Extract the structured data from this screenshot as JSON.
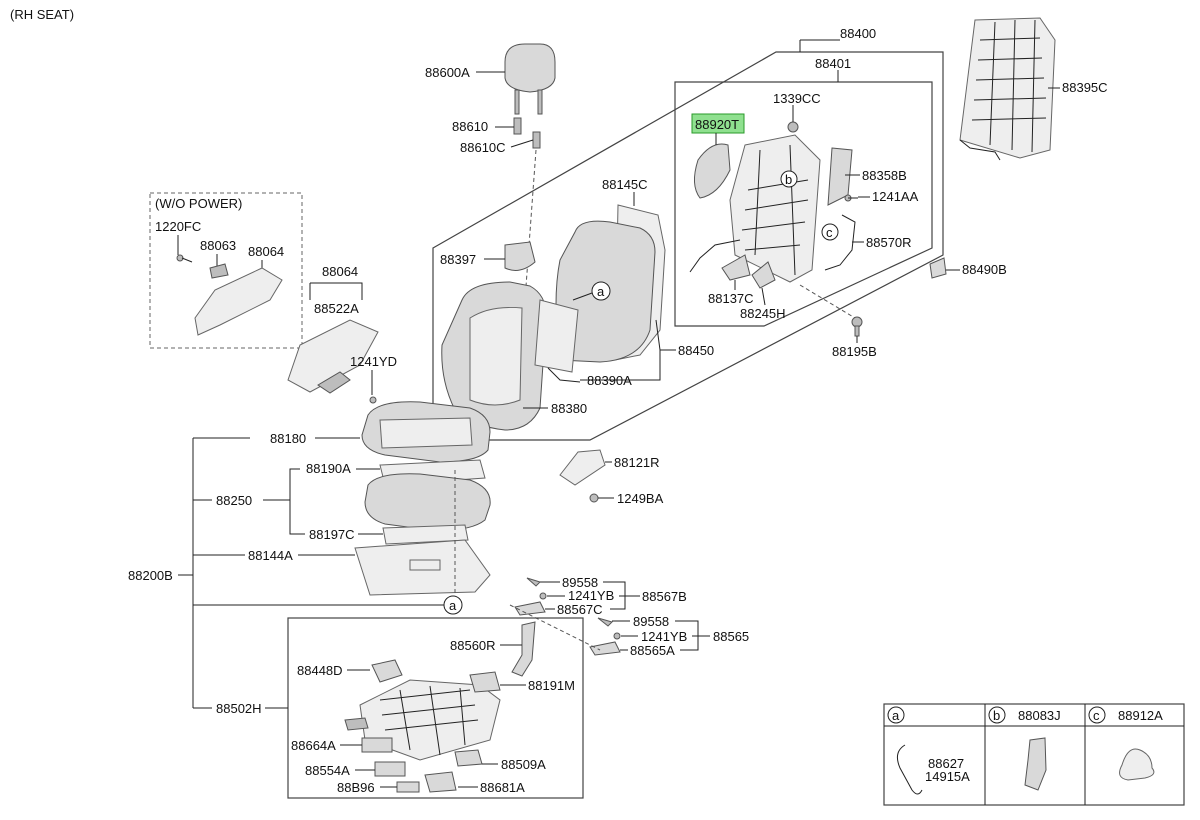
{
  "title": "(RH SEAT)",
  "highlight_part": "88920T",
  "labels": {
    "88400": "88400",
    "88401": "88401",
    "88600A": "88600A",
    "88610": "88610",
    "88610C": "88610C",
    "88920T": "88920T",
    "1339CC": "1339CC",
    "88395C": "88395C",
    "88358B": "88358B",
    "1241AA": "1241AA",
    "88570R": "88570R",
    "88490B": "88490B",
    "88137C": "88137C",
    "88245H": "88245H",
    "88195B": "88195B",
    "88145C": "88145C",
    "88397": "88397",
    "88450": "88450",
    "88390A": "88390A",
    "88380": "88380",
    "wo_power": "(W/O POWER)",
    "1220FC": "1220FC",
    "88063": "88063",
    "88064_a": "88064",
    "88064_b": "88064",
    "88522A": "88522A",
    "1241YD": "1241YD",
    "88180": "88180",
    "88190A": "88190A",
    "88250": "88250",
    "88197C": "88197C",
    "88144A": "88144A",
    "88200B": "88200B",
    "88121R": "88121R",
    "1249BA": "1249BA",
    "89558_a": "89558",
    "1241YB_a": "1241YB",
    "88567C": "88567C",
    "88567B": "88567B",
    "89558_b": "89558",
    "1241YB_b": "1241YB",
    "88565A": "88565A",
    "88565": "88565",
    "88560R": "88560R",
    "88448D": "88448D",
    "88191M": "88191M",
    "88502H": "88502H",
    "88664A": "88664A",
    "88509A": "88509A",
    "88554A": "88554A",
    "88B96": "88B96",
    "88681A": "88681A"
  },
  "callouts": {
    "a": "a",
    "b": "b",
    "c": "c"
  },
  "legend": {
    "a_key": "a",
    "b_key": "b",
    "c_key": "c",
    "b_part": "88083J",
    "c_part": "88912A",
    "a_part1": "88627",
    "a_part2": "14915A"
  }
}
